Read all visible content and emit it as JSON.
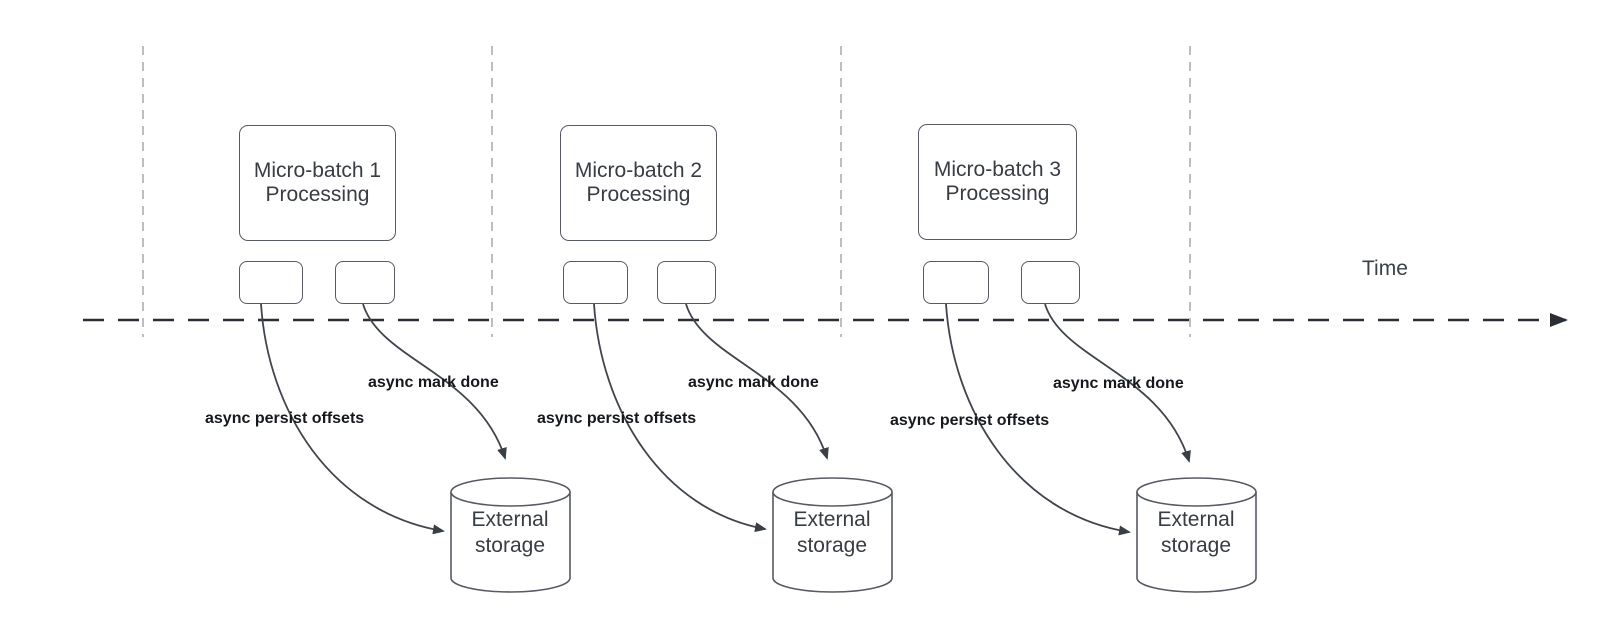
{
  "time_label": "Time",
  "colors": {
    "shape_stroke": "#565a62",
    "connector_stroke": "#40444c",
    "timeline_stroke": "#2b2e34",
    "guide_line": "#b1b3b6",
    "edge_label_text": "#15181d",
    "shape_text": "#383c43",
    "background": "#ffffff"
  },
  "icons": {
    "storage": "database-cylinder-icon",
    "timeline_end": "arrow-right-icon",
    "connector_end": "arrowhead-icon"
  },
  "groups": [
    {
      "box_line1": "Micro-batch 1",
      "box_line2": "Processing",
      "persist_label": "async persist offsets",
      "mark_label": "async mark done",
      "storage_line1": "External",
      "storage_line2": "storage"
    },
    {
      "box_line1": "Micro-batch 2",
      "box_line2": "Processing",
      "persist_label": "async persist offsets",
      "mark_label": "async mark done",
      "storage_line1": "External",
      "storage_line2": "storage"
    },
    {
      "box_line1": "Micro-batch 3",
      "box_line2": "Processing",
      "persist_label": "async persist offsets",
      "mark_label": "async mark done",
      "storage_line1": "External",
      "storage_line2": "storage"
    }
  ]
}
